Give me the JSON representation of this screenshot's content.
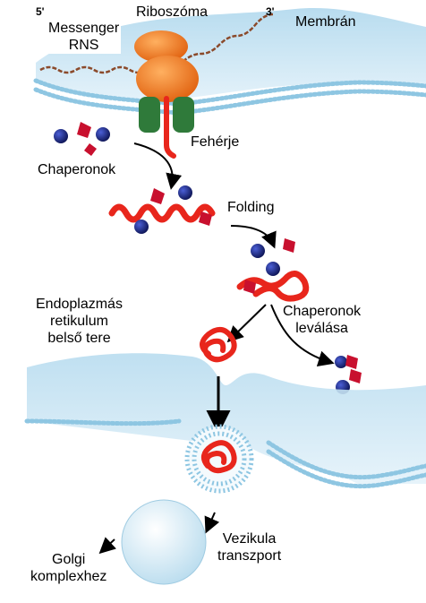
{
  "labels": {
    "ribosome": "Riboszóma",
    "five_prime": "5'",
    "three_prime": "3'",
    "mrna_line1": "Messenger",
    "mrna_line2": "RNS",
    "membrane": "Membrán",
    "protein": "Fehérje",
    "chaperones": "Chaperonok",
    "folding": "Folding",
    "er_line1": "Endoplazmás",
    "er_line2": "retikulum",
    "er_line3": "belső tere",
    "release_line1": "Chaperonok",
    "release_line2": "leválása",
    "vesicle_line1": "Vezikula",
    "vesicle_line2": "transzport",
    "golgi_line1": "Golgi",
    "golgi_line2": "komplexhez"
  },
  "colors": {
    "membrane_fill": "#cfe6f2",
    "membrane_bead": "#8ec6e2",
    "ribosome": "#f07820",
    "channel": "#2f7a3a",
    "protein": "#e8261c",
    "chaperone_blue": "#1a237e",
    "chaperone_red": "#c8102e",
    "mrna": "#8b4a2b"
  }
}
